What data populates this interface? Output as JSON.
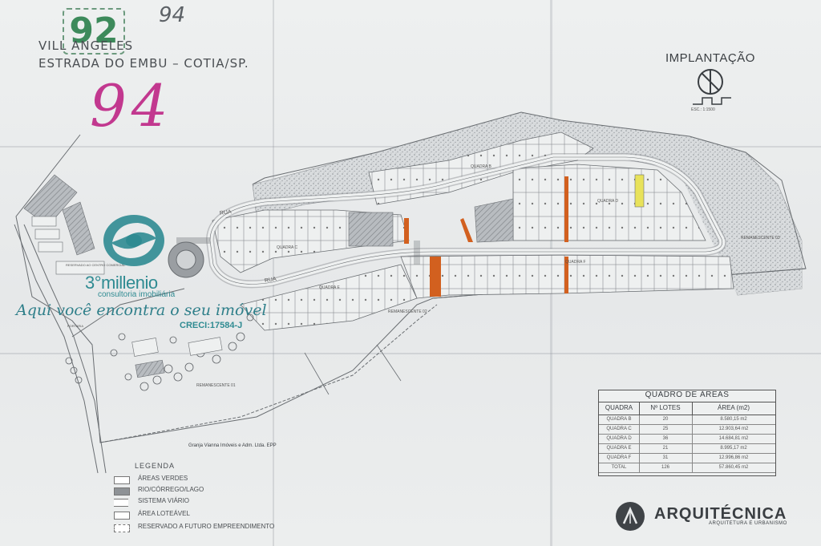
{
  "handwriting": {
    "stamp_number": "92",
    "pencil_number": "94",
    "marker_number": "94"
  },
  "header": {
    "title_line1": "VILL   ANGELES",
    "title_line2": "ESTRADA DO EMBU – COTIA/SP."
  },
  "plan": {
    "title": "IMPLANTAÇÃO",
    "scale_note": "ESC.: 1:1500",
    "quadra_labels": {
      "b": "QUADRA B",
      "c": "QUADRA C",
      "d": "QUADRA D",
      "e": "QUADRA E",
      "f": "QUADRA F"
    },
    "street_labels": [
      "RUA",
      "RUA"
    ],
    "remanescentes": {
      "r01": "REMANESCENTE 01",
      "r02": "REMANESCENTE 02",
      "r03": "REMANESCENTE 03"
    },
    "centro_comercial": "RESERVADO AO CENTRO COMERCIAL",
    "portaria": "PORTARIA",
    "signature": "Granja Vianna Imóveis e Adm. Ltda. EPP"
  },
  "legend": {
    "title": "LEGENDA",
    "items": [
      "ÁREAS VERDES",
      "RIO/CÓRREGO/LAGO",
      "SISTEMA VIÁRIO",
      "ÁREA LOTEÁVEL",
      "RESERVADO A FUTURO EMPREENDIMENTO"
    ]
  },
  "areas_table": {
    "title": "QUADRO DE ÁREAS",
    "headers": [
      "QUADRA",
      "Nº LOTES",
      "ÁREA (m2)"
    ],
    "rows": [
      [
        "QUADRA B",
        "20",
        "8.580,15 m2"
      ],
      [
        "QUADRA C",
        "25",
        "12.903,64 m2"
      ],
      [
        "QUADRA D",
        "36",
        "14.684,81 m2"
      ],
      [
        "QUADRA E",
        "21",
        "8.995,17 m2"
      ],
      [
        "QUADRA F",
        "31",
        "12.996,86 m2"
      ],
      [
        "TOTAL",
        "126",
        "57.860,45 m2"
      ]
    ]
  },
  "architect": {
    "name": "ARQUITÉCNICA",
    "subtitle": "ARQUITETURA E URBANISMO"
  },
  "watermark": {
    "brand": "3°millenio",
    "subtitle": "consultoria imobiliária",
    "tagline": "Aqui você encontra o seu imóvel",
    "creci": "CRECI:17584-J"
  },
  "colors": {
    "paper": "#e9ebec",
    "ink": "#3a3e42",
    "stamp_green": "#3d8a5b",
    "marker_magenta": "#c2388f",
    "watermark_teal": "#2f8b92",
    "orange_path": "#d2601f",
    "highlight_lot": "#e8e25a",
    "hatch_gray": "#8e9296"
  }
}
